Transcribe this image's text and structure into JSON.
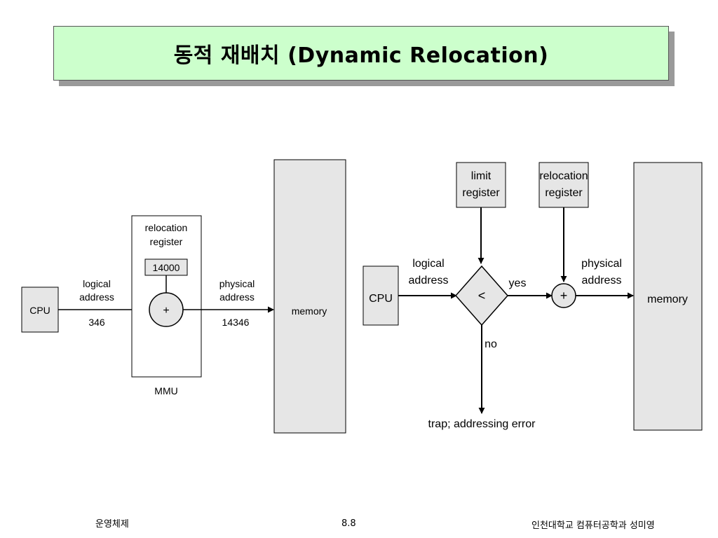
{
  "slide": {
    "title": "동적 재배치 (Dynamic Relocation)"
  },
  "left_diagram": {
    "cpu_label": "CPU",
    "logical_address_label": [
      "logical",
      "address"
    ],
    "logical_value": "346",
    "relocation_register_label": [
      "relocation",
      "register"
    ],
    "relocation_value": "14000",
    "adder_symbol": "+",
    "mmu_label": "MMU",
    "physical_address_label": [
      "physical",
      "address"
    ],
    "physical_value": "14346",
    "memory_label": "memory"
  },
  "right_diagram": {
    "cpu_label": "CPU",
    "logical_address_label": [
      "logical",
      "address"
    ],
    "limit_register_label": [
      "limit",
      "register"
    ],
    "relocation_register_label": [
      "relocation",
      "register"
    ],
    "compare_symbol": "<",
    "yes_label": "yes",
    "no_label": "no",
    "adder_symbol": "+",
    "physical_address_label": [
      "physical",
      "address"
    ],
    "memory_label": "memory",
    "trap_label": "trap; addressing error"
  },
  "footer": {
    "left": "운영체제",
    "center": "8.8",
    "right": "인천대학교 컴퓨터공학과 성미영"
  },
  "colors": {
    "title_background": "#ccffcc",
    "box_fill": "#e6e6e6"
  }
}
